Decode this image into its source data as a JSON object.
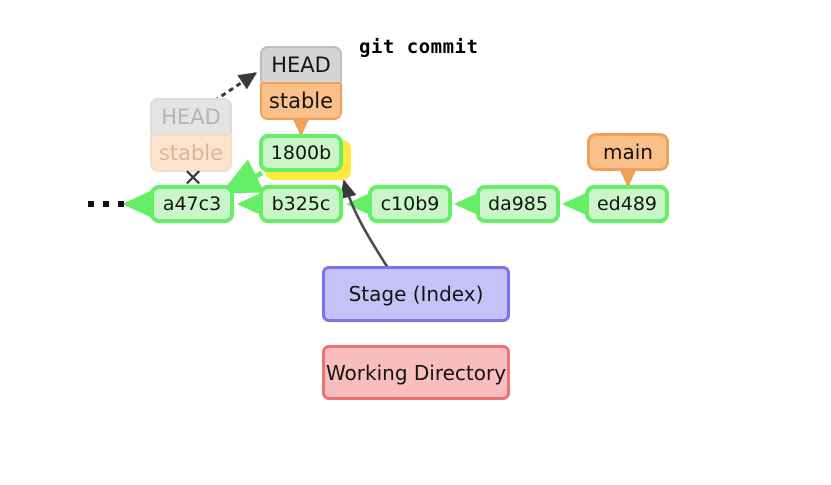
{
  "diagram": {
    "title_command": "git commit",
    "colors": {
      "commit_fill": "#caf5c8",
      "commit_border": "#66ee66",
      "branch_fill": "#fbc08a",
      "branch_border": "#f0a058",
      "head_fill": "#d4d4d4",
      "head_border": "#bdbdbd",
      "highlight": "#ffe93c",
      "stage_fill": "#c4c2f7",
      "stage_border": "#7d72ee",
      "working_fill": "#f9bdbd",
      "working_border": "#ee7272",
      "arrow_dark": "#3a3a3a",
      "background": "#ffffff"
    },
    "commits": [
      {
        "id": "a47c3",
        "label": "a47c3"
      },
      {
        "id": "b325c",
        "label": "b325c"
      },
      {
        "id": "c10b9",
        "label": "c10b9"
      },
      {
        "id": "da985",
        "label": "da985"
      },
      {
        "id": "ed489",
        "label": "ed489"
      },
      {
        "id": "1800b",
        "label": "1800b"
      }
    ],
    "labels": {
      "head": "HEAD",
      "branch_stable": "stable",
      "branch_main": "main",
      "ghost_head": "HEAD",
      "ghost_stable": "stable"
    },
    "areas": {
      "stage": "Stage (Index)",
      "working_directory": "Working Directory"
    },
    "markers": {
      "detach_x": "✕",
      "ellipsis": "· · ·"
    }
  }
}
